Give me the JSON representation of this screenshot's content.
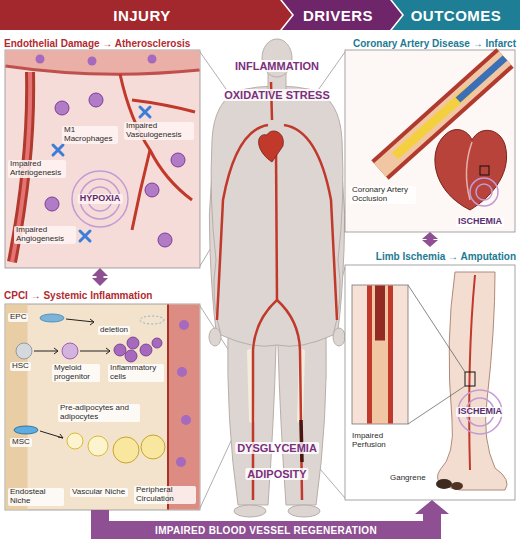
{
  "diagram": {
    "nodes": [
      {
        "text": [
          "INJURY"
        ]
      },
      {
        "text": [
          "DRIVERS"
        ]
      },
      {
        "text": [
          "OUTCOMES"
        ]
      },
      {
        "text": [
          "Endothelial Damage → Atherosclerosis"
        ]
      },
      {
        "text": [
          "Coronary Artery Disease → Infarct"
        ]
      },
      {
        "text": [
          "CPCI → Systemic Inflammation"
        ]
      },
      {
        "text": [
          "Limb Ischemia → Amputation"
        ]
      }
    ],
    "edges": [
      {
        "from": 3,
        "to": 5,
        "arrow": "both"
      },
      {
        "from": 4,
        "to": 6,
        "arrow": "both"
      },
      {
        "from": 5,
        "to": 6,
        "label": "IMPAIRED BLOOD VESSEL REGENERATION",
        "arrow": "to"
      }
    ],
    "labels": [
      "Impaired Arteriogenesis",
      "M1 Macrophages",
      "Impaired Vasculogenesis",
      "HYPOXIA",
      "Impaired Angiogenesis",
      "INFLAMMATION",
      "OXIDATIVE STRESS",
      "Coronary Artery Occlusion",
      "ISCHEMIA",
      "EPC",
      "deletion",
      "HSC",
      "Myeloid progenitor",
      "Inflammatory cells",
      "MSC",
      "Pre-adipocytes and adipocytes",
      "Endosteal Niche",
      "Vascular Niche",
      "Peripheral Circulation",
      "DYSGLYCEMIA",
      "ADIPOSITY",
      "Impaired Perfusion",
      "ISCHEMIA",
      "Gangrene"
    ]
  }
}
